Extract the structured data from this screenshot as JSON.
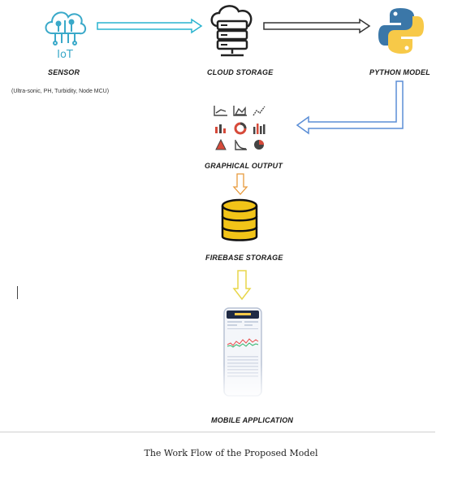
{
  "nodes": {
    "sensor": {
      "label": "SENSOR",
      "icon_text": "IoT",
      "detail": "(Ultra-sonic, PH, Turbidity, Node MCU)"
    },
    "cloud_storage": {
      "label": "CLOUD STORAGE"
    },
    "python_model": {
      "label": "PYTHON MODEL"
    },
    "graphical_output": {
      "label": "GRAPHICAL OUTPUT"
    },
    "firebase_storage": {
      "label": "FIREBASE STORAGE"
    },
    "mobile_application": {
      "label": "MOBILE APPLICATION"
    }
  },
  "caption": "The Work Flow of the Proposed Model",
  "colors": {
    "arrow_cyan": "#29b3cf",
    "arrow_dark": "#333333",
    "arrow_blue": "#5b8ed6",
    "arrow_orange": "#e89a3c",
    "arrow_yellow": "#e8d64a",
    "iot_blue": "#3aa9c9",
    "python_blue": "#3b77a8",
    "python_yellow": "#f7c948",
    "db_yellow": "#f2c418"
  }
}
